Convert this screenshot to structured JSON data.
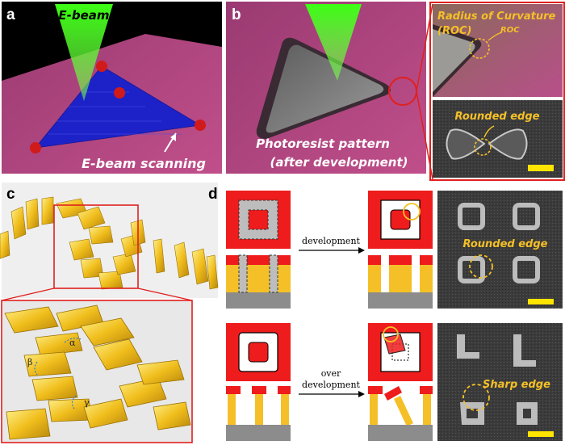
{
  "panels": {
    "a": {
      "letter": "a",
      "beam_label": "E-beam",
      "scan_label": "E-beam scanning"
    },
    "b": {
      "letter": "b",
      "pattern_label_1": "Photoresist pattern",
      "pattern_label_2": "(after development)"
    },
    "b_inset_top": {
      "title_1": "Radius of Curvature",
      "title_2": "(ROC)",
      "roc_label": "ROC"
    },
    "b_inset_bottom": {
      "label": "Rounded edge"
    },
    "c": {
      "letter": "c",
      "alpha": "α",
      "beta": "β",
      "gamma": "γ"
    },
    "d": {
      "letter": "d",
      "row1_arrow_label": "development",
      "row2_arrow_label_1": "over",
      "row2_arrow_label_2": "development",
      "sem1_label": "Rounded edge",
      "sem2_label": "Sharp edge"
    }
  },
  "colors": {
    "magenta": "#b1457f",
    "blue": "#1d22c8",
    "beam_green": "#43e020",
    "accent_red": "#e0201e",
    "resist_red": "#ee1c1c",
    "gold": "#f5c027",
    "gray": "#8c8c8c"
  },
  "icons": [
    "arrow-right-icon",
    "curved-arrow-icon",
    "dashed-circle-icon"
  ]
}
